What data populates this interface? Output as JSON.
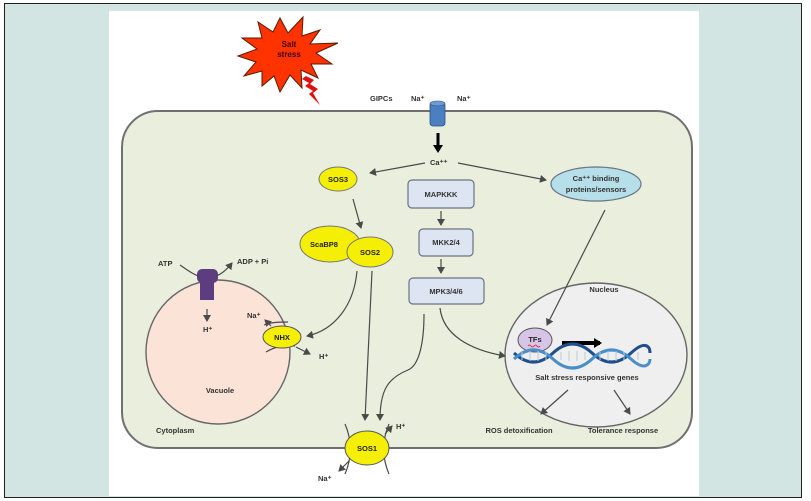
{
  "figure": {
    "title": "Salt stress signaling pathway in plant cell",
    "colors": {
      "frame_bg": "#d2e5e3",
      "cell_fill": "#eaeedd",
      "vacuole_fill": "#fbe3d8",
      "nucleus_fill": "#efefef",
      "yellow_protein": "#f5ef05",
      "kinase_box": "#dce5f1",
      "sensor_fill": "#b7dfe9",
      "channel": "#4a7fc1",
      "atpase": "#5d3c7f",
      "burst": "#ff3300"
    }
  },
  "labels": {
    "salt_stress_line1": "Salt",
    "salt_stress_line2": "stress",
    "gipcs": "GIPCs",
    "na_left": "Na⁺",
    "na_right": "Na⁺",
    "ca": "Ca⁺⁺",
    "sos3": "SOS3",
    "scabp8": "ScaBP8",
    "sos2": "SOS2",
    "mapkkk": "MAPKKK",
    "mkk": "MKK2/4",
    "mpk": "MPK3/4/6",
    "sensor_line1": "Ca⁺⁺ binding",
    "sensor_line2": "proteins/sensors",
    "nucleus": "Nucleus",
    "tfs": "TFs",
    "genes": "Salt stress responsive genes",
    "ros": "ROS detoxification",
    "tolerance": "Tolerance response",
    "atp": "ATP",
    "adp": "ADP + Pi",
    "h_vacuole": "H⁺",
    "na_nhx": "Na⁺",
    "nhx": "NHX",
    "h_nhx": "H⁺",
    "vacuole": "Vacuole",
    "cytoplasm": "Cytoplasm",
    "sos1": "SOS1",
    "h_sos1": "H⁺",
    "na_sos1": "Na⁺"
  }
}
